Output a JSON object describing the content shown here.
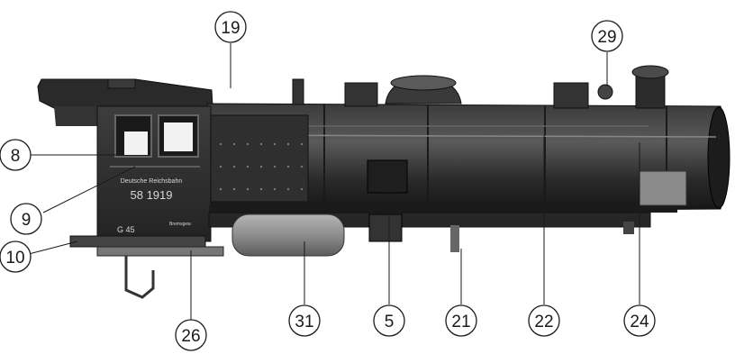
{
  "locomotive": {
    "number_plate": "58 1919",
    "owner_lettering": "Deutsche Reichsbahn",
    "class_mark": "G 45",
    "weight_mark": "Bremsgew."
  },
  "callouts": [
    {
      "id": "c19",
      "label": "19"
    },
    {
      "id": "c29",
      "label": "29"
    },
    {
      "id": "c8",
      "label": "8"
    },
    {
      "id": "c9",
      "label": "9"
    },
    {
      "id": "c10",
      "label": "10"
    },
    {
      "id": "c26",
      "label": "26"
    },
    {
      "id": "c31",
      "label": "31"
    },
    {
      "id": "c5",
      "label": "5"
    },
    {
      "id": "c21",
      "label": "21"
    },
    {
      "id": "c22",
      "label": "22"
    },
    {
      "id": "c24",
      "label": "24"
    }
  ],
  "colors": {
    "body": "#2b2b2b",
    "body_dark": "#151515",
    "body_light": "#4a4a4a",
    "line": "#1a1a1a",
    "background": "#ffffff"
  }
}
